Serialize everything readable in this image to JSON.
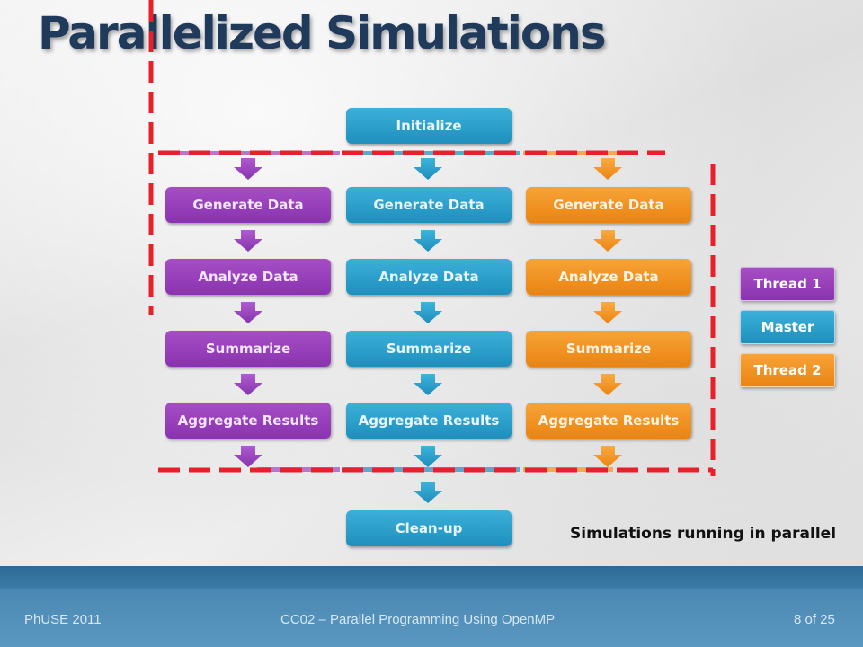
{
  "title": "Parallelized Simulations",
  "boxes": {
    "initialize": "Initialize",
    "clean_up": "Clean-up",
    "purple": {
      "generate": "Generate Data",
      "analyze": "Analyze Data",
      "summarize": "Summarize",
      "aggregate": "Aggregate Results"
    },
    "blue": {
      "generate": "Generate Data",
      "analyze": "Analyze Data",
      "summarize": "Summarize",
      "aggregate": "Aggregate Results"
    },
    "orange": {
      "generate": "Generate Data",
      "analyze": "Analyze Data",
      "summarize": "Summarize",
      "aggregate": "Aggregate Results"
    }
  },
  "legend": {
    "thread1": "Thread 1",
    "master": "Master",
    "thread2": "Thread 2"
  },
  "caption": "Simulations running in parallel",
  "footer": {
    "left": "PhUSE 2011",
    "center": "CC02 – Parallel Programming Using OpenMP",
    "right": "8 of 25"
  },
  "colors": {
    "thread1": "#9b44bd",
    "master": "#2aa0cd",
    "thread2": "#f08c1f",
    "dashed": "#e8202a"
  }
}
